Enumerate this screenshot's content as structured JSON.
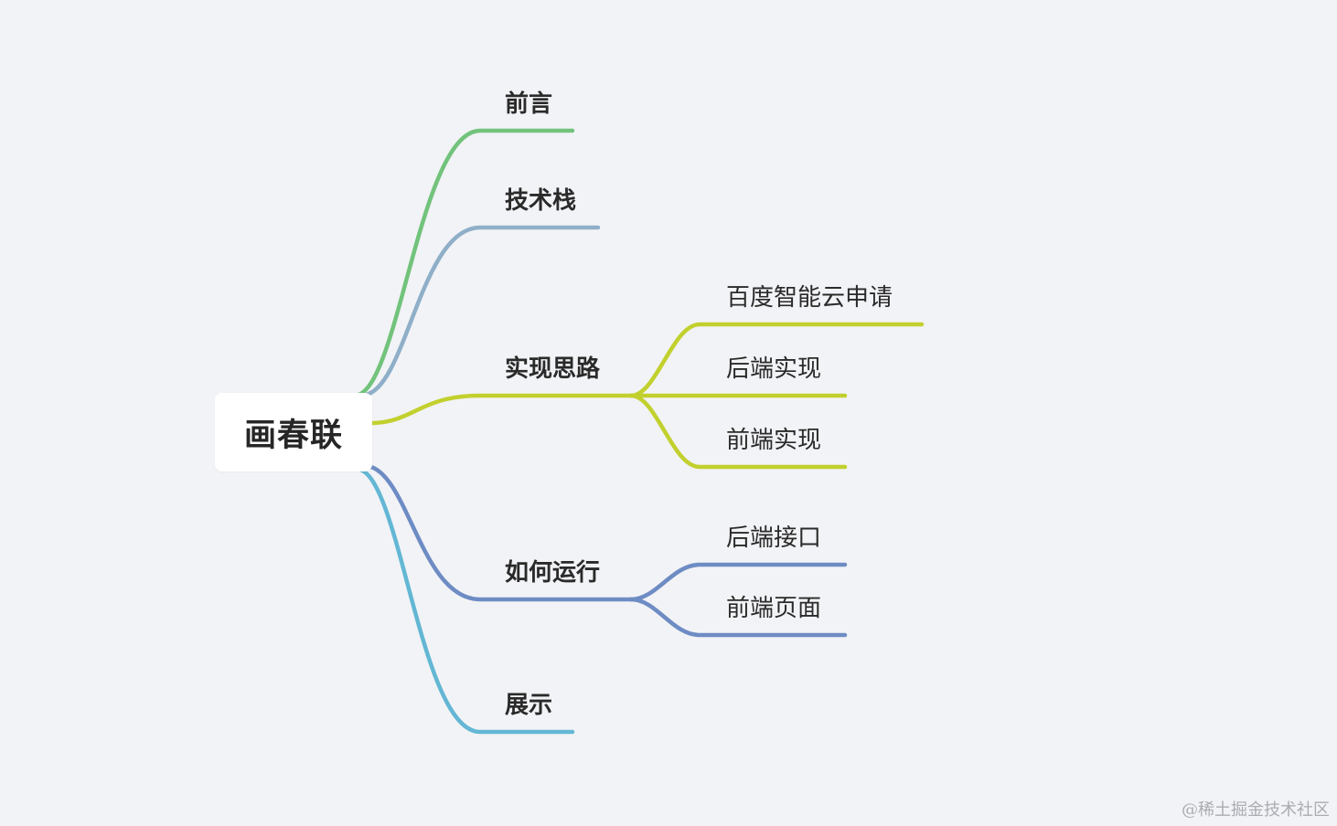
{
  "root": {
    "label": "画春联"
  },
  "branches": [
    {
      "label": "前言",
      "color": "#72c37c",
      "children": []
    },
    {
      "label": "技术栈",
      "color": "#8fafc8",
      "children": []
    },
    {
      "label": "实现思路",
      "color": "#c2d02e",
      "children": [
        {
          "label": "百度智能云申请"
        },
        {
          "label": "后端实现"
        },
        {
          "label": "前端实现"
        }
      ]
    },
    {
      "label": "如何运行",
      "color": "#6e8cc4",
      "children": [
        {
          "label": "后端接口"
        },
        {
          "label": "前端页面"
        }
      ]
    },
    {
      "label": "展示",
      "color": "#63b7d4",
      "children": []
    }
  ],
  "watermark": "@稀土掘金技术社区"
}
